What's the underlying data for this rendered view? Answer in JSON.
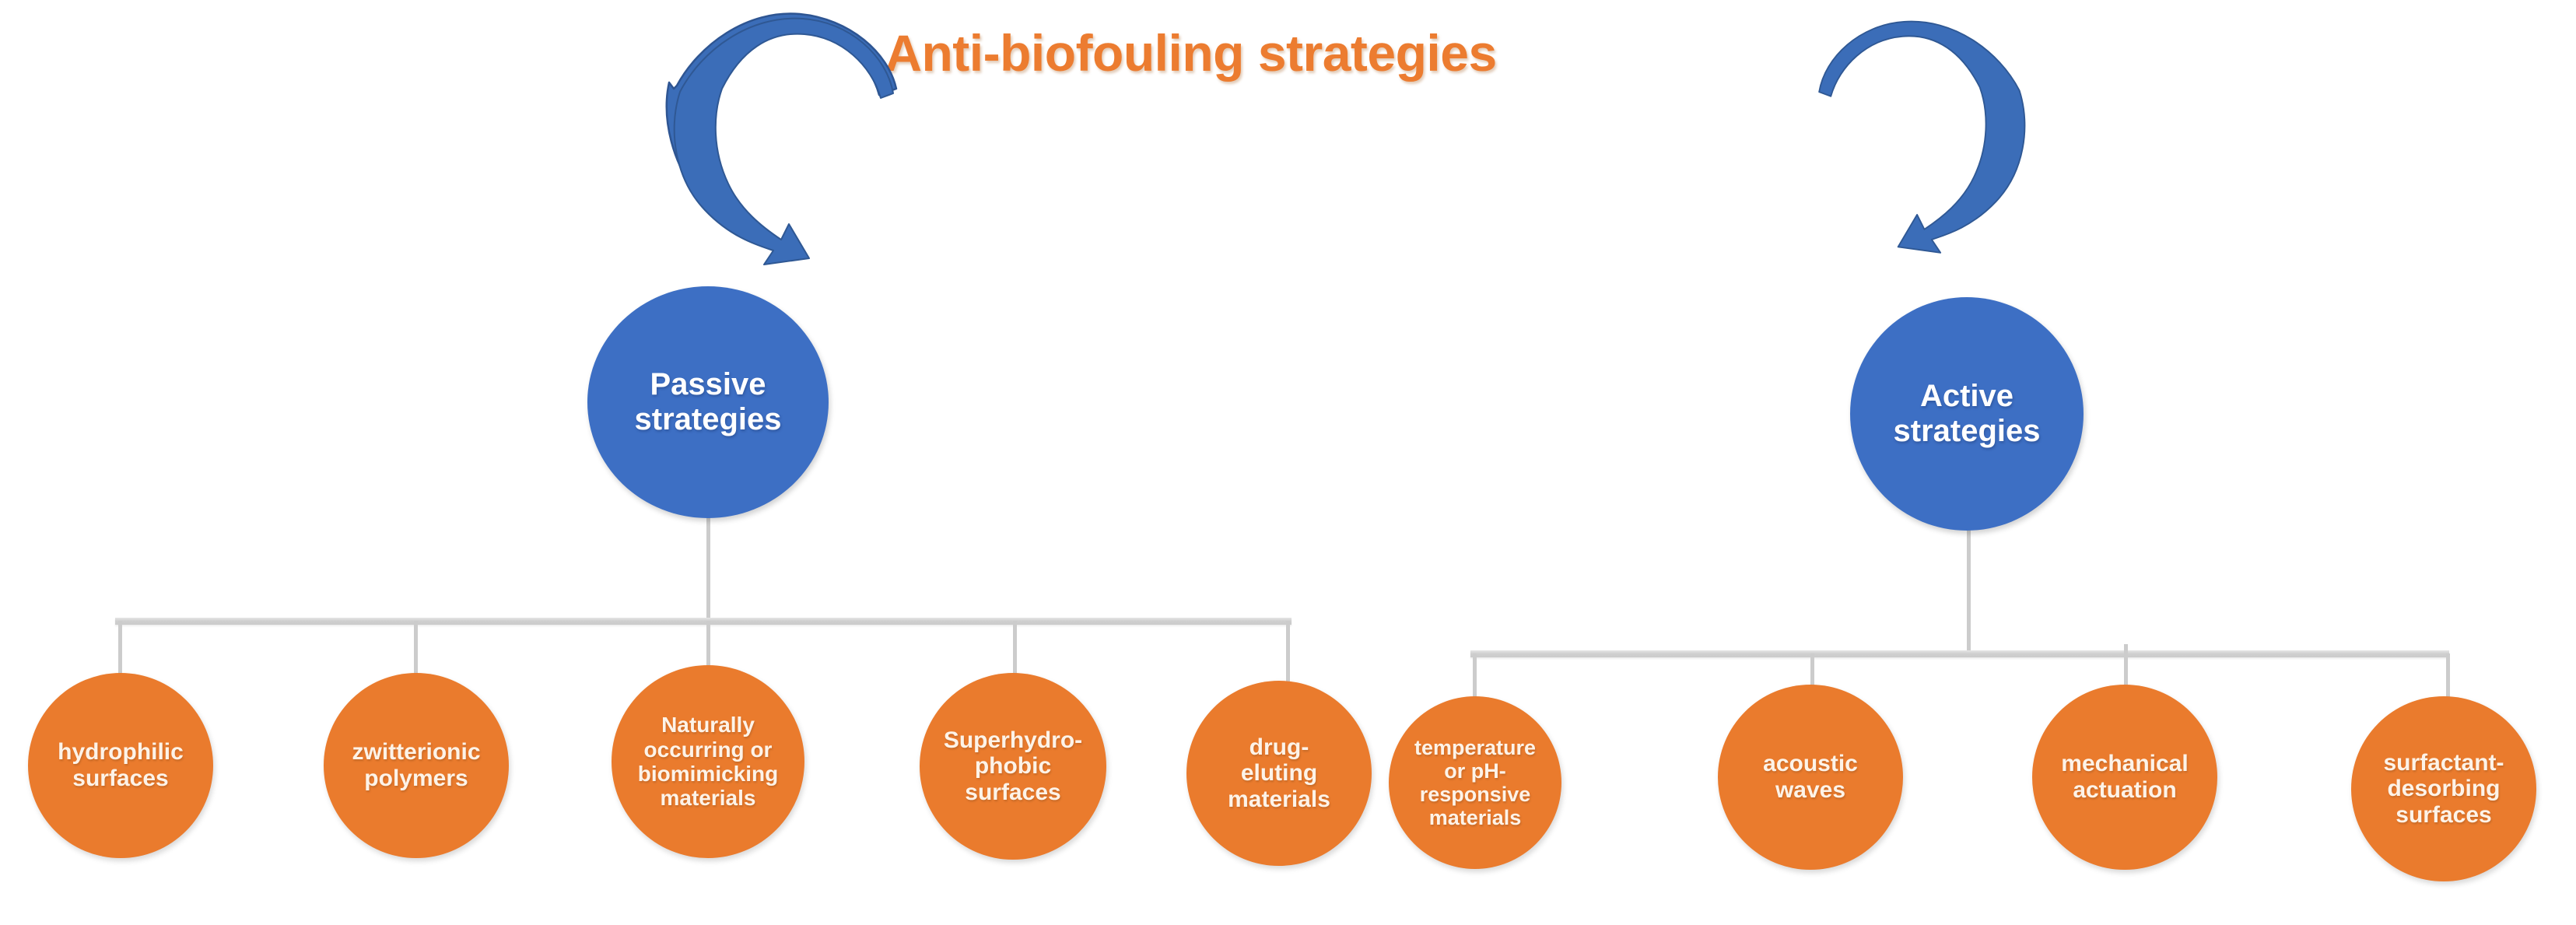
{
  "title": {
    "text": "Anti-biofouling strategies",
    "color": "#EC7C30"
  },
  "colors": {
    "blue": "#3D6FC4",
    "arrow_blue": "#3B6DB8",
    "orange": "#EA7B2D",
    "title_orange": "#EC7C30",
    "connector_gray": "#cccccc",
    "background": "#FFFFFF"
  },
  "branches": [
    {
      "id": "passive",
      "label": "Passive\nstrategies",
      "label_line1": "Passive",
      "label_line2": "strategies",
      "arrow": "curved-arrow-down-right-icon",
      "children": [
        {
          "id": "hydrophilic-surfaces",
          "lines": [
            "hydrophilic",
            "surfaces"
          ]
        },
        {
          "id": "zwitterionic-polymers",
          "lines": [
            "zwitterionic",
            "polymers"
          ]
        },
        {
          "id": "naturally-occurring-or-biomimicking-materials",
          "lines": [
            "Naturally",
            "occurring or",
            "biomimicking",
            "materials"
          ]
        },
        {
          "id": "superhydrophobic-surfaces",
          "lines": [
            "Superhydro-",
            "phobic",
            "surfaces"
          ]
        },
        {
          "id": "drug-eluting-materials",
          "lines": [
            "drug-",
            "eluting",
            "materials"
          ]
        }
      ]
    },
    {
      "id": "active",
      "label": "Active\nstrategies",
      "label_line1": "Active",
      "label_line2": "strategies",
      "arrow": "curved-arrow-down-left-icon",
      "children": [
        {
          "id": "temperature-or-ph-responsive-materials",
          "lines": [
            "temperature",
            "or pH-",
            "responsive",
            "materials"
          ]
        },
        {
          "id": "acoustic-waves",
          "lines": [
            "acoustic",
            "waves"
          ]
        },
        {
          "id": "mechanical-actuation",
          "lines": [
            "mechanical",
            "actuation"
          ]
        },
        {
          "id": "surfactant-desorbing-surfaces",
          "lines": [
            "surfactant-",
            "desorbing",
            "surfaces"
          ]
        }
      ]
    }
  ],
  "nodes": {
    "passive": {
      "l1": "Passive",
      "l2": "strategies"
    },
    "active": {
      "l1": "Active",
      "l2": "strategies"
    },
    "c0": {
      "l1": "hydrophilic",
      "l2": "surfaces",
      "l3": "",
      "l4": ""
    },
    "c1": {
      "l1": "zwitterionic",
      "l2": "polymers",
      "l3": "",
      "l4": ""
    },
    "c2": {
      "l1": "Naturally",
      "l2": "occurring or",
      "l3": "biomimicking",
      "l4": "materials"
    },
    "c3": {
      "l1": "Superhydro-",
      "l2": "phobic",
      "l3": "surfaces",
      "l4": ""
    },
    "c4": {
      "l1": "drug-",
      "l2": "eluting",
      "l3": "materials",
      "l4": ""
    },
    "c5": {
      "l1": "temperature",
      "l2": "or pH-",
      "l3": "responsive",
      "l4": "materials"
    },
    "c6": {
      "l1": "acoustic",
      "l2": "waves",
      "l3": "",
      "l4": ""
    },
    "c7": {
      "l1": "mechanical",
      "l2": "actuation",
      "l3": "",
      "l4": ""
    },
    "c8": {
      "l1": "surfactant-",
      "l2": "desorbing",
      "l3": "surfaces",
      "l4": ""
    }
  }
}
